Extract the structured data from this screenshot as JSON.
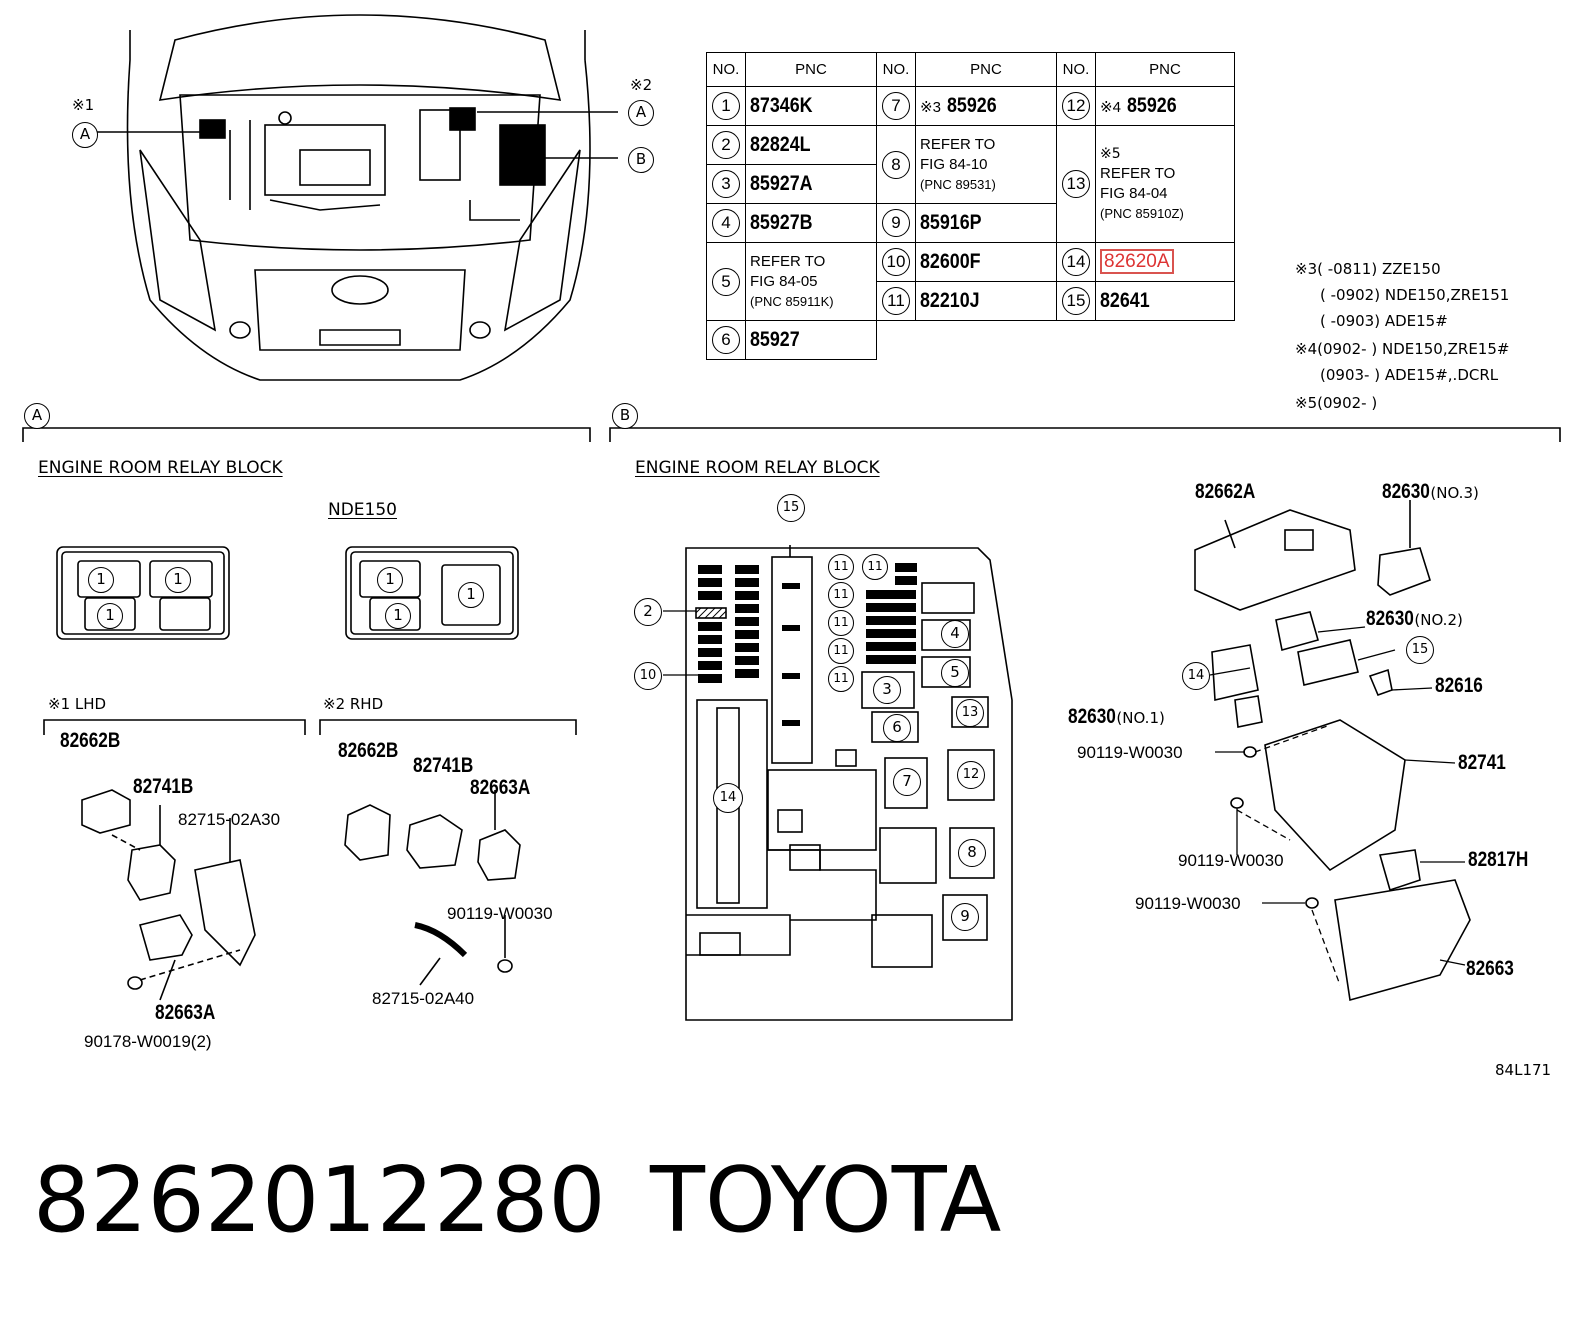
{
  "table": {
    "headers": [
      "NO.",
      "PNC",
      "NO.",
      "PNC",
      "NO.",
      "PNC"
    ],
    "rows": [
      {
        "no": "1",
        "pnc": "87346K"
      },
      {
        "no": "2",
        "pnc": "82824L"
      },
      {
        "no": "3",
        "pnc": "85927A"
      },
      {
        "no": "4",
        "pnc": "85927B"
      },
      {
        "no": "5",
        "ref1": "REFER TO",
        "ref2": "FIG 84-05",
        "ref3": "(PNC 85911K)"
      },
      {
        "no": "6",
        "pnc": "85927"
      },
      {
        "no": "7",
        "mark": "※3",
        "pnc": "85926"
      },
      {
        "no": "8",
        "ref1": "REFER TO",
        "ref2": "FIG 84-10",
        "ref3": "(PNC 89531)"
      },
      {
        "no": "9",
        "pnc": "85916P"
      },
      {
        "no": "10",
        "pnc": "82600F"
      },
      {
        "no": "11",
        "pnc": "82210J"
      },
      {
        "no": "12",
        "mark": "※4",
        "pnc": "85926"
      },
      {
        "no": "13",
        "mark": "※5",
        "ref1": "REFER TO",
        "ref2": "FIG 84-04",
        "ref3": "(PNC 85910Z)"
      },
      {
        "no": "14",
        "pnc": "82620A"
      },
      {
        "no": "15",
        "pnc": "82641"
      }
    ]
  },
  "notes": [
    {
      "mark": "※3",
      "range": "(      -0811)",
      "models": "ZZE150"
    },
    {
      "mark": "",
      "range": "(      -0902)",
      "models": "NDE150,ZRE151"
    },
    {
      "mark": "",
      "range": "(      -0903)",
      "models": "ADE15#"
    },
    {
      "mark": "※4",
      "range": "(0902-      )",
      "models": "NDE150,ZRE15#"
    },
    {
      "mark": "",
      "range": "(0903-      )",
      "models": "ADE15#,.DCRL"
    },
    {
      "mark": "※5",
      "range": "(0902-      )",
      "models": ""
    }
  ],
  "overview": {
    "callout_a": "A",
    "callout_b": "B",
    "note1": "※1",
    "note2": "※2"
  },
  "section_a": {
    "letter": "A",
    "title": "ENGINE ROOM RELAY BLOCK",
    "variant": "NDE150",
    "lhd_label": "※1 LHD",
    "rhd_label": "※2 RHD",
    "relay_num": "1",
    "lhd_parts": [
      "82662B",
      "82741B",
      "82715-02A30",
      "82663A",
      "90178-W0019(2)"
    ],
    "rhd_parts": [
      "82662B",
      "82741B",
      "82663A",
      "90119-W0030",
      "82715-02A40"
    ]
  },
  "section_b": {
    "letter": "B",
    "title": "ENGINE ROOM RELAY BLOCK",
    "block_nums": [
      "15",
      "2",
      "10",
      "11",
      "11",
      "11",
      "11",
      "11",
      "11",
      "4",
      "5",
      "3",
      "13",
      "6",
      "7",
      "12",
      "8",
      "9",
      "14"
    ],
    "parts": {
      "p1": "82662A",
      "p2": "82630",
      "p2n": "(NO.3)",
      "p3": "82630",
      "p3n": "(NO.2)",
      "p4": "15",
      "p5": "14",
      "p6": "82616",
      "p7": "82630",
      "p7n": "(NO.1)",
      "p8": "90119-W0030",
      "p9": "82741",
      "p10": "90119-W0030",
      "p11": "82817H",
      "p12": "90119-W0030",
      "p13": "82663"
    }
  },
  "figure_code": "84L171",
  "part_number": "8262012280",
  "brand": "TOYOTA"
}
